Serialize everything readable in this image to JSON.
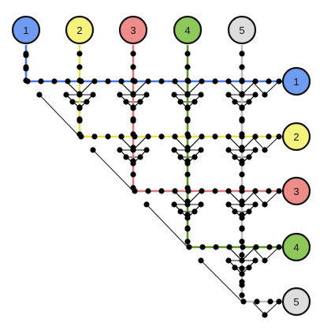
{
  "terminals": [
    {
      "label": "1",
      "color": "#6f9cf0",
      "line": "#4a78e0"
    },
    {
      "label": "2",
      "color": "#f6f27e",
      "line": "#e7e24a"
    },
    {
      "label": "3",
      "color": "#ee8c8a",
      "line": "#e07a7a"
    },
    {
      "label": "4",
      "color": "#8ec85a",
      "line": "#5a9a20"
    },
    {
      "label": "5",
      "color": "#dddddd",
      "line": "#bfbfbf"
    }
  ]
}
